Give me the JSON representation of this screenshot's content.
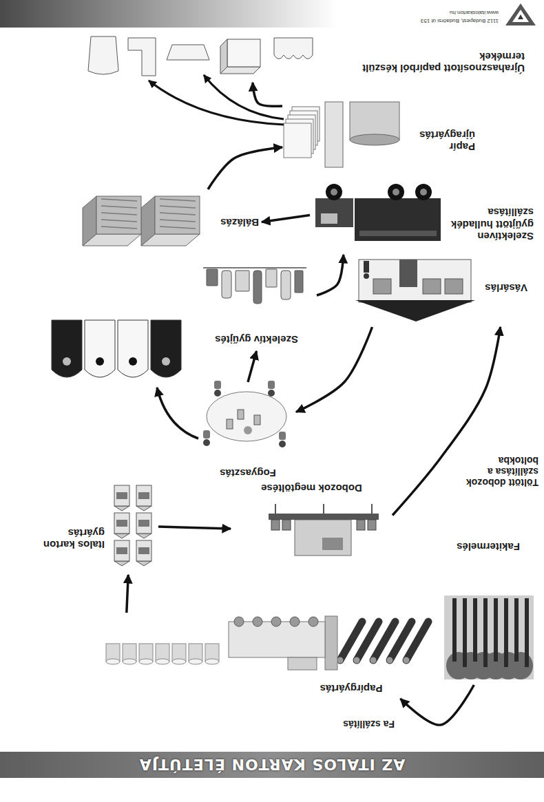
{
  "diagram": {
    "title": "AZ ITALOS KARTON ÉLETÚTJA",
    "nodes": [
      {
        "text": [
          "Fakitermelés"
        ]
      },
      {
        "text": [
          "Papírgyártás"
        ]
      },
      {
        "text": [
          "Italos karton gyártás"
        ]
      },
      {
        "text": [
          "Dobozok megtöltése"
        ]
      },
      {
        "text": [
          "Vásárlás"
        ]
      },
      {
        "text": [
          "Fogyasztás"
        ]
      },
      {
        "text": [
          "Szelektív gyűjtés"
        ]
      },
      {
        "text": [
          "Szelektíven gyűjtött hulladék szállítása"
        ]
      },
      {
        "text": [
          "Bálázás"
        ]
      },
      {
        "text": [
          "Papír újragyártás"
        ]
      },
      {
        "text": [
          "Újrahasznosított papírból készült termékek"
        ]
      }
    ],
    "edges": [
      {
        "from": 0,
        "to": 1,
        "label": "Fa szállítás",
        "arrow": "to"
      },
      {
        "from": 1,
        "to": 2,
        "arrow": "to"
      },
      {
        "from": 2,
        "to": 3,
        "arrow": "to"
      },
      {
        "from": 3,
        "to": 4,
        "label": "Töltött dobozok szállítása a boltokba",
        "arrow": "to"
      },
      {
        "from": 4,
        "to": 5,
        "arrow": "to"
      },
      {
        "from": 5,
        "to": 6,
        "arrow": "to"
      },
      {
        "from": 6,
        "to": 7,
        "arrow": "to"
      },
      {
        "from": 7,
        "to": 8,
        "arrow": "to"
      },
      {
        "from": 8,
        "to": 9,
        "arrow": "to"
      },
      {
        "from": 9,
        "to": 10,
        "arrow": "to"
      }
    ],
    "labels": [
      "1112 Budapest, Budaörsi út 153",
      "www.italoskarton.hu"
    ]
  }
}
